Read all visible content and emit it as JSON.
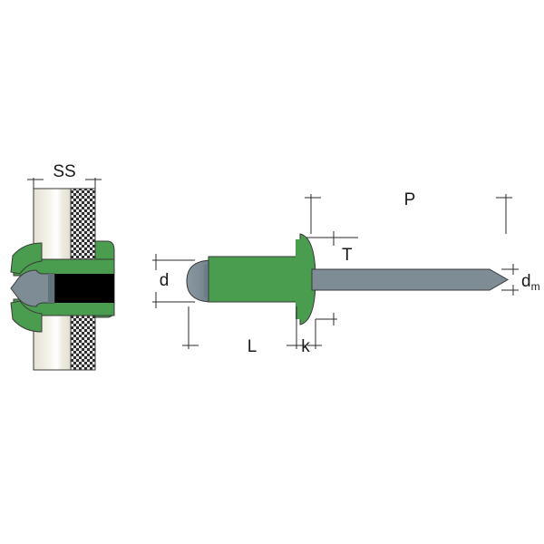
{
  "diagram": {
    "title": "Blind rivet dimension diagram",
    "type": "technical-drawing",
    "background_color": "#FFFFFF",
    "views": [
      {
        "name": "installed-section-view",
        "description": "Sectional view of set blind rivet clamping two sheets",
        "dimension_labels": [
          "SS"
        ]
      },
      {
        "name": "rivet-profile-view",
        "description": "Side view of unset blind rivet with mandrel",
        "dimension_labels": [
          "d",
          "L",
          "k",
          "T",
          "P",
          "dm"
        ]
      }
    ],
    "labels": {
      "ss": "SS",
      "d": "d",
      "l": "L",
      "k": "k",
      "t": "T",
      "p": "P",
      "dm_base": "d",
      "dm_sub": "m"
    },
    "colors": {
      "rivet_body_green": "#4A9C4E",
      "rivet_body_green_dark": "#3E8442",
      "mandrel_gray": "#7D8C95",
      "mandrel_gray_dark": "#63737C",
      "sheet_cream": "#EAE7DA",
      "sheet_hatch": "#D9D9D9",
      "cavity_black": "#000000",
      "line_color": "#2B2B2B"
    }
  }
}
